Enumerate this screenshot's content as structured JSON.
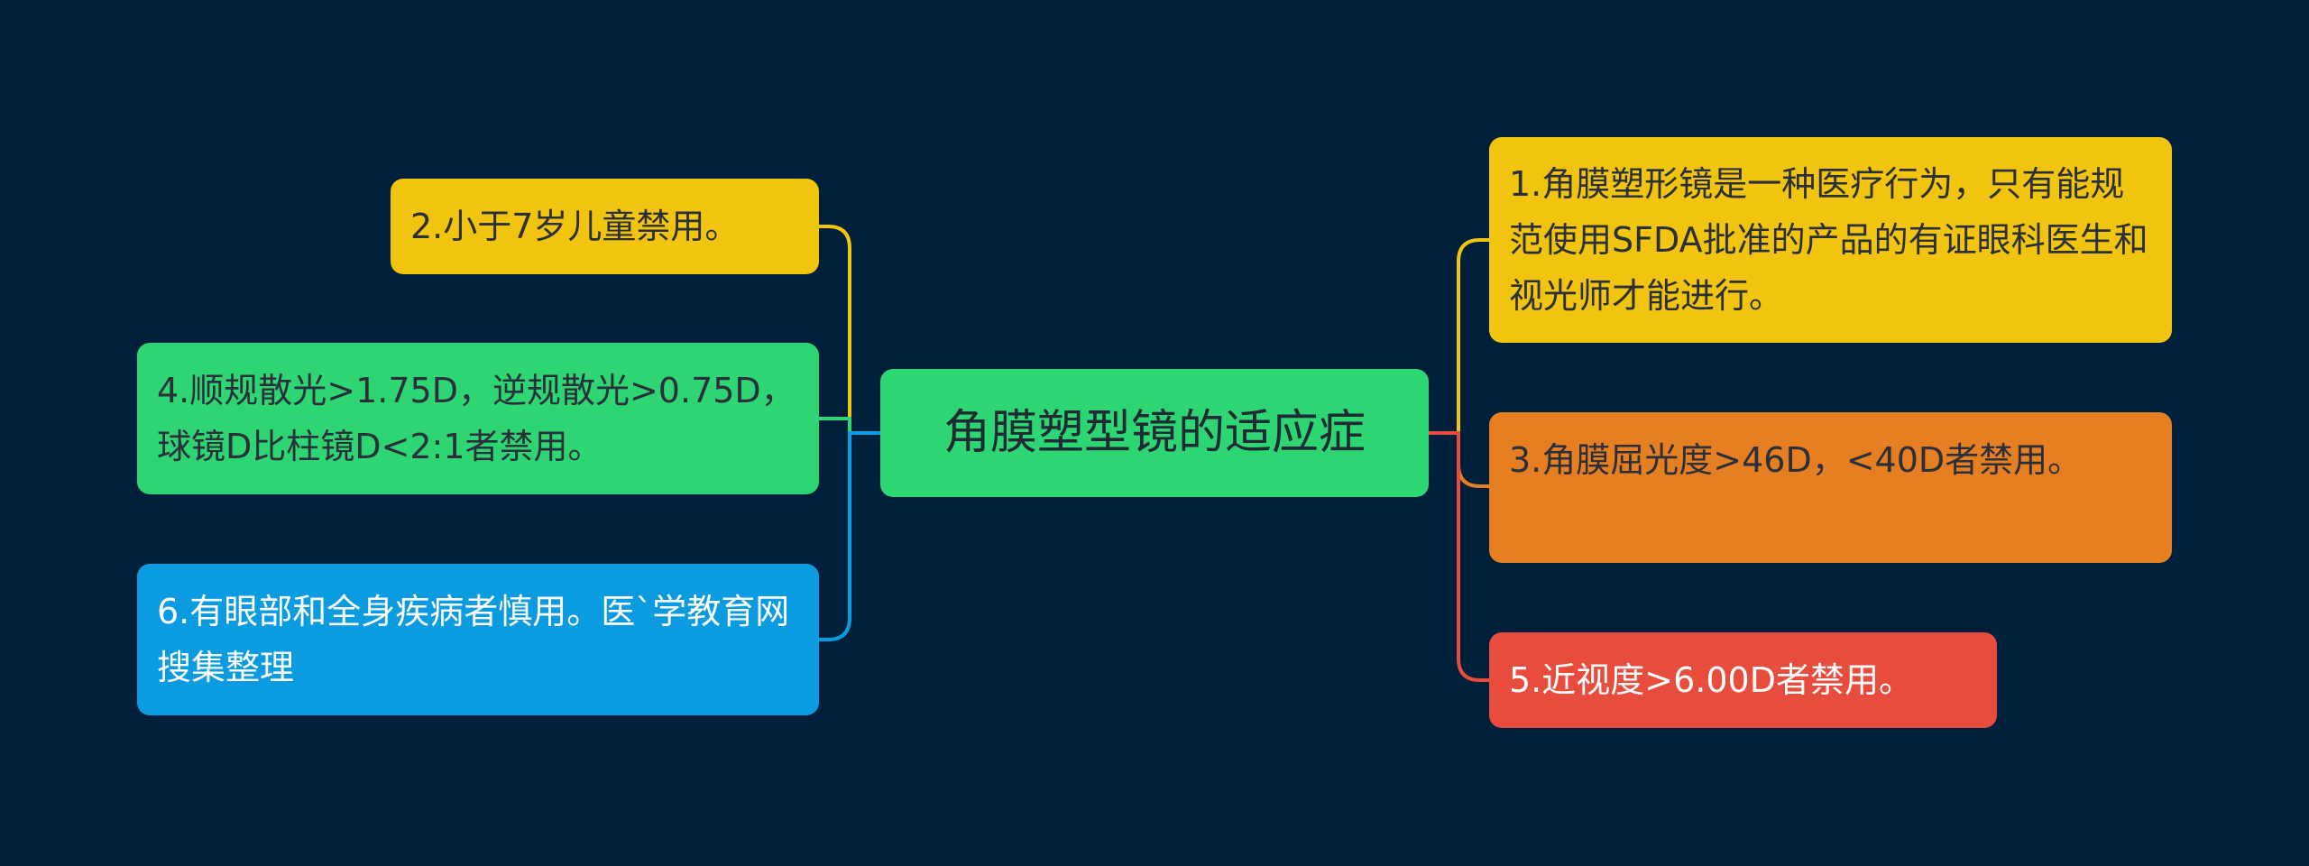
{
  "mindmap": {
    "center": {
      "label": "角膜塑型镜的适应症",
      "color": "#2ed573"
    },
    "right_nodes": [
      {
        "id": "n1",
        "label": "1.角膜塑形镜是一种医疗行为，只有能规范使用SFDA批准的产品的有证眼科医生和视光师才能进行。",
        "color": "#f1c40f",
        "line_color": "#f1c40f"
      },
      {
        "id": "n3",
        "label": "3.角膜屈光度>46D，<40D者禁用。",
        "color": "#e67e22",
        "line_color": "#e67e22"
      },
      {
        "id": "n5",
        "label": "5.近视度>6.00D者禁用。",
        "color": "#e74c3c",
        "line_color": "#e74c3c"
      }
    ],
    "left_nodes": [
      {
        "id": "n2",
        "label": "2.小于7岁儿童禁用。",
        "color": "#f1c40f",
        "line_color": "#f1c40f"
      },
      {
        "id": "n4",
        "label": "4.顺规散光>1.75D，逆规散光>0.75D，球镜D比柱镜D<2:1者禁用。",
        "color": "#2ed573",
        "line_color": "#2ed573"
      },
      {
        "id": "n6",
        "label": "6.有眼部和全身疾病者慎用。医`学教育网搜集整理",
        "color": "#0b9be0",
        "line_color": "#0b9be0"
      }
    ]
  }
}
